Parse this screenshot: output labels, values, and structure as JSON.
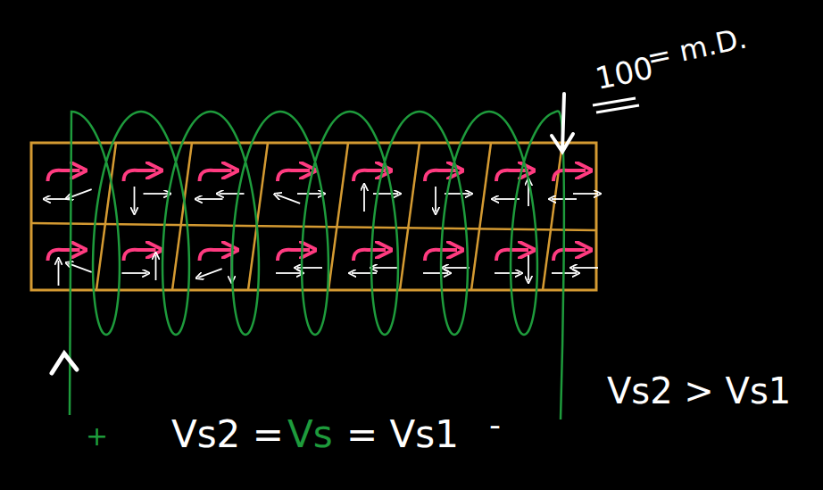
{
  "diagram": {
    "labels": [
      "100",
      "= m.D.",
      "Vs2 > Vs1",
      "+",
      "Vs2 =",
      "Vs",
      "= Vs1",
      "-"
    ]
  }
}
